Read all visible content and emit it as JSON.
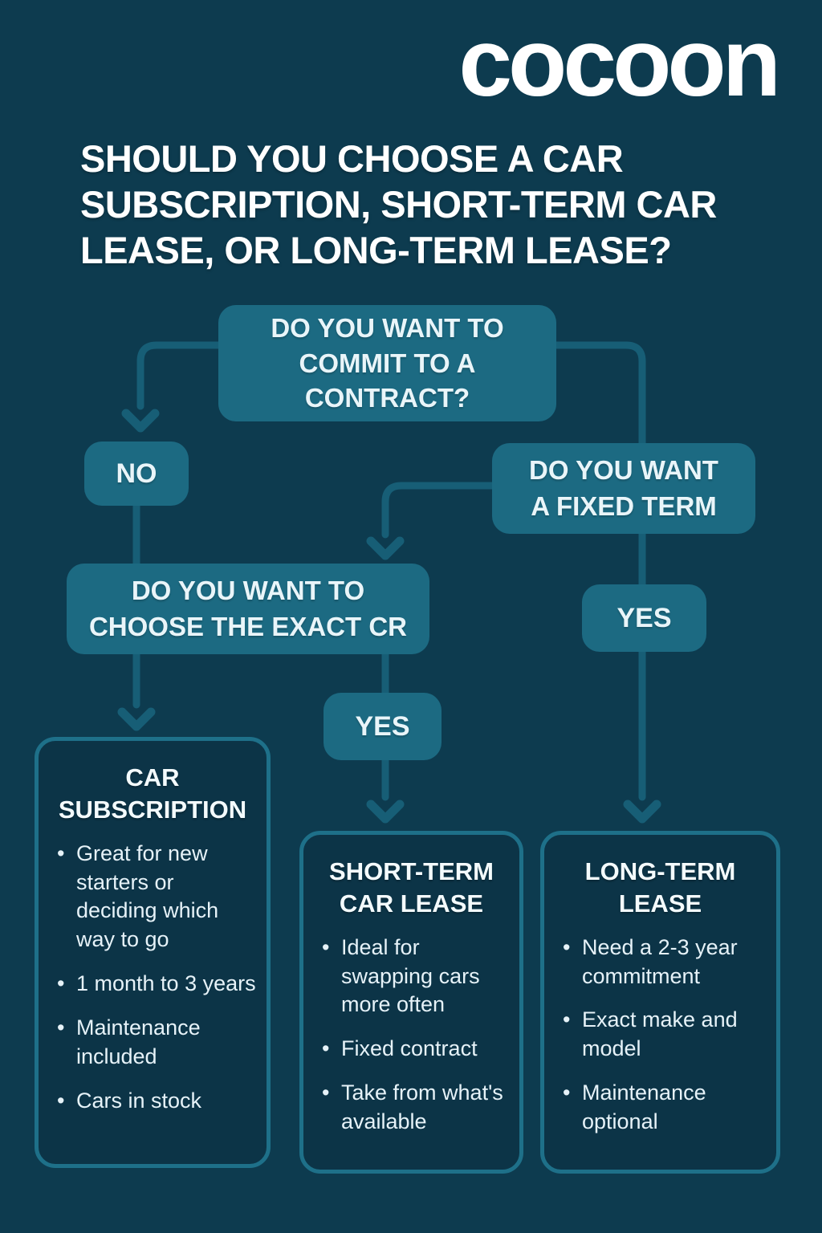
{
  "brand": {
    "logo_text": "cocoon"
  },
  "headline": "SHOULD YOU CHOOSE A CAR SUBSCRIPTION, SHORT-TERM CAR LEASE, OR LONG-TERM LEASE?",
  "flow": {
    "q_contract": {
      "lines": [
        "DO YOU WANT TO",
        "COMMIT TO A",
        "CONTRACT?"
      ]
    },
    "no_label": "NO",
    "q_fixed_term": {
      "lines": [
        "DO YOU WANT",
        "A FIXED TERM"
      ]
    },
    "q_exact_car": {
      "lines": [
        "DO YOU WANT TO",
        "CHOOSE THE EXACT CR"
      ]
    },
    "yes_mid_label": "YES",
    "yes_right_label": "YES"
  },
  "outcomes": {
    "car_subscription": {
      "title_lines": [
        "CAR",
        "SUBSCRIPTION"
      ],
      "bullets": [
        "Great for new starters or deciding which way to go",
        "1 month to 3 years",
        "Maintenance included",
        "Cars in stock"
      ]
    },
    "short_term_lease": {
      "title_lines": [
        "SHORT-TERM",
        "CAR LEASE"
      ],
      "bullets": [
        "Ideal for swapping cars more often",
        "Fixed contract",
        "Take from what's available"
      ]
    },
    "long_term_lease": {
      "title_lines": [
        "LONG-TERM",
        "LEASE"
      ],
      "bullets": [
        "Need a 2-3 year commitment",
        "Exact make and model",
        "Maintenance optional"
      ]
    }
  },
  "colors": {
    "background": "#0d3b4f",
    "node_fill": "#1c6a82",
    "connector": "#175e76",
    "outcome_border": "#1e7089",
    "outcome_fill": "#0c3447",
    "text_primary": "#ffffff",
    "text_node": "#e9f5f9"
  }
}
